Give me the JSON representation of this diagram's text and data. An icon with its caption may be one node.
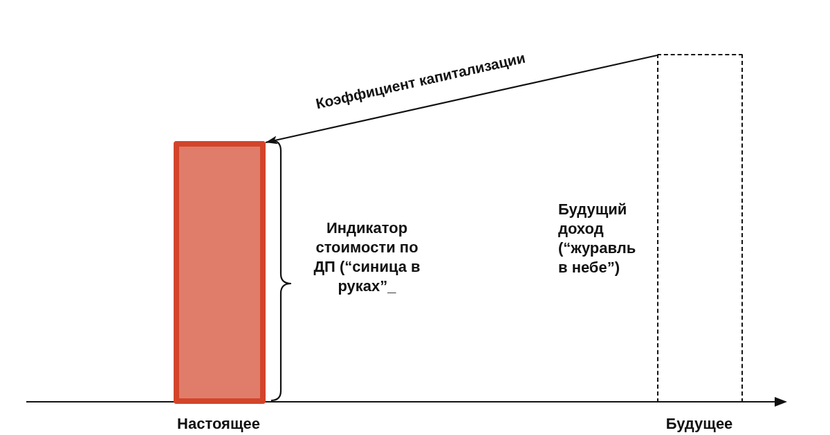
{
  "diagram": {
    "nodes": [
      {
        "text": [],
        "shape": "bar"
      },
      {
        "text": [],
        "shape": "bar"
      }
    ],
    "edges": [
      {
        "from": 1,
        "to": 0,
        "arrow": "to",
        "label": "Коэффициент капитализации"
      }
    ],
    "labels": [
      "Индикатор стоимости по ДП (“синица в руках”_",
      "Будущий доход (“журавль в небе”)",
      "Настоящее",
      "Будущее"
    ]
  }
}
